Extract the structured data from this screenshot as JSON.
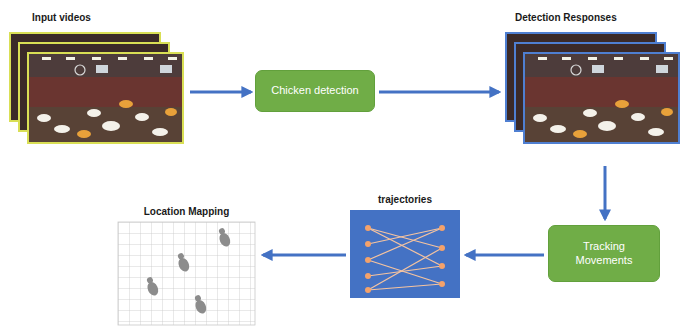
{
  "diagram": {
    "nodes": [
      {
        "text": [
          "Input videos"
        ]
      },
      {
        "text": [
          "Chicken detection"
        ]
      },
      {
        "text": [
          "Detection Responses"
        ]
      },
      {
        "text": [
          "Tracking Movements"
        ]
      },
      {
        "text": [
          "trajectories"
        ]
      },
      {
        "text": [
          "Location Mapping"
        ]
      }
    ],
    "edges": [
      {
        "from": 0,
        "to": 1,
        "arrow": "to"
      },
      {
        "from": 1,
        "to": 2,
        "arrow": "to"
      },
      {
        "from": 2,
        "to": 3,
        "arrow": "to"
      },
      {
        "from": 3,
        "to": 4,
        "arrow": "to"
      },
      {
        "from": 4,
        "to": 5,
        "arrow": "to"
      }
    ]
  }
}
